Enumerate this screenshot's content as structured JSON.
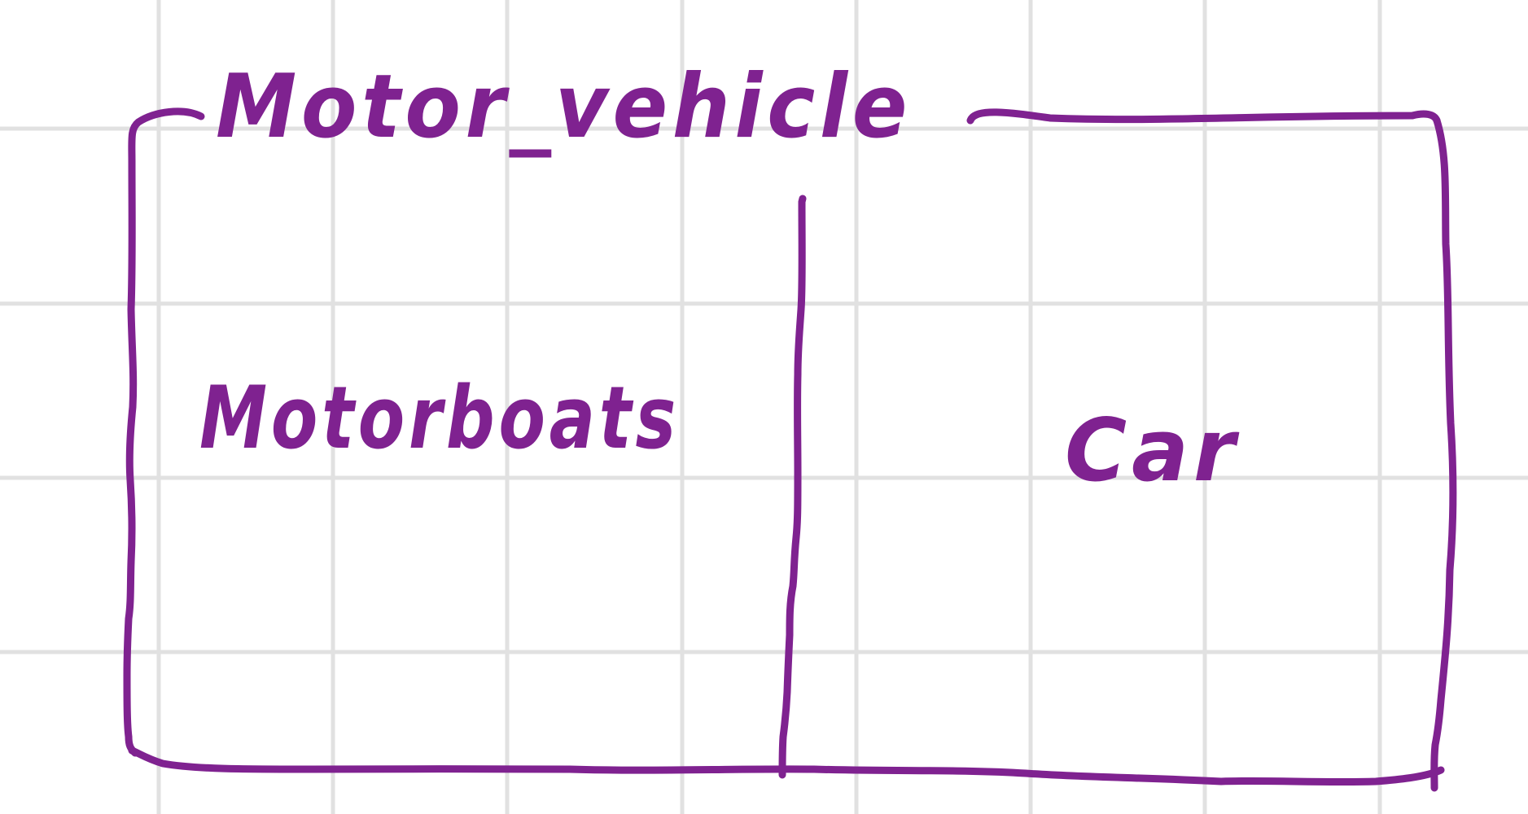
{
  "diagram": {
    "outer_box": {
      "label": "Motor_vehicle"
    },
    "regions": [
      {
        "label": "Motorboats"
      },
      {
        "label": "Car"
      }
    ]
  },
  "colors": {
    "ink": "#7f2290",
    "grid": "#e1e1e1",
    "background": "#ffffff"
  }
}
